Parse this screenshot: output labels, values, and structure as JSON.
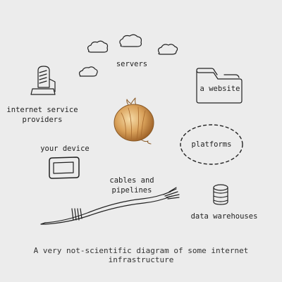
{
  "labels": {
    "servers": "servers",
    "website": "a website",
    "isp": "internet service\nproviders",
    "platforms": "platforms",
    "device": "your device",
    "cables": "cables and\npipelines",
    "warehouses": "data warehouses"
  },
  "caption": "A very not-scientific diagram of some internet infrastructure",
  "colors": {
    "background": "#ececec",
    "ink": "#222222",
    "onion": "#c98a3c"
  }
}
